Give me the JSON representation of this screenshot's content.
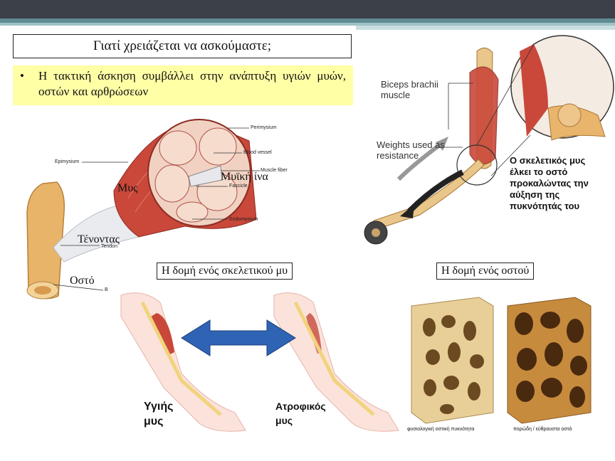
{
  "slide": {
    "title": "Γιατί χρειάζεται να ασκούμαστε;",
    "bullet_marker": "•",
    "bullet": "Η τακτική άσκηση συμβάλλει στην ανάπτυξη υγιών μυών, οστών και αρθρώσεων"
  },
  "muscle_diagram": {
    "labels_gr": {
      "muscle": "Μυς",
      "fiber": "Μυϊκή ίνα",
      "tendon": "Τένοντας",
      "bone": "Οστό"
    },
    "labels_en": {
      "perimysium": "Perimysium",
      "blood_vessel": "Blood vessel",
      "epimysium": "Epimysium",
      "muscle_fiber": "Muscle fiber",
      "fascicle": "Fascicle",
      "endomysium": "Endomysium",
      "tendon": "Tendon",
      "bone_letter": "B"
    }
  },
  "arm_diagram": {
    "biceps_label": "Biceps brachii muscle",
    "weights_label": "Weights used as resistance",
    "description": "Ο σκελετικός μυς έλκει το οστό προκαλώντας την αύξηση της πυκνότητάς του"
  },
  "structure": {
    "muscle_caption": "Η δομή ενός σκελετικού μυ",
    "healthy": "Υγιής μυς",
    "atrophic": "Ατροφικός μυς",
    "bone_caption": "Η δομή ενός οστού",
    "bone_normal": "φυσιολογική οστική πυκνότητα",
    "bone_porous": "πορώδη / εύθραυστα οστά"
  },
  "colors": {
    "topbar": "#3c4049",
    "band": "#5f8c92",
    "highlight": "#ffffa6",
    "arrow_blue": "#2f63b4"
  }
}
